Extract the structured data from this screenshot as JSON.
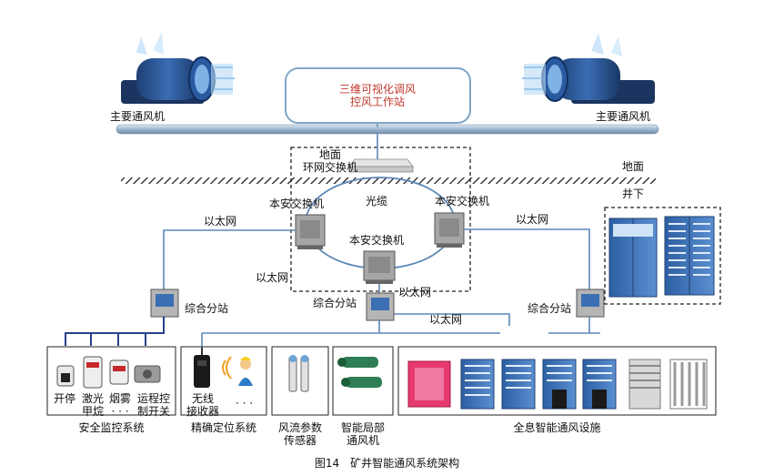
{
  "workstation": {
    "line1": "三维可视化调风",
    "line2": "控风工作站"
  },
  "main_fan_left": "主要通风机",
  "main_fan_right": "主要通风机",
  "ground_switch": {
    "line1": "地面",
    "line2": "环网交换机"
  },
  "ground_label": "地面",
  "underground_label": "井下",
  "fiber_label": "光缆",
  "safe_switch_left": "本安交换机",
  "safe_switch_right": "本安交换机",
  "safe_switch_center": "本安交换机",
  "ethernet_left": "以太网",
  "ethernet_right": "以太网",
  "ethernet_mid_left": "以太网",
  "ethernet_mid_center": "以太网",
  "ethernet_bottom": "以太网",
  "substation_left": "综合分站",
  "substation_center": "综合分站",
  "substation_right": "综合分站",
  "devices": {
    "stop": "开停",
    "laser_methane": {
      "line1": "激光",
      "line2": "甲烷"
    },
    "smoke": {
      "line1": "烟雾",
      "line2": "· · ·"
    },
    "remote_switch": {
      "line1": "运程控",
      "line2": "制开关"
    },
    "wireless_receiver": {
      "line1": "无线",
      "line2": "接收器"
    },
    "ellipsis": "· · ·"
  },
  "groups": {
    "safety_monitoring": "安全监控系统",
    "positioning": "精确定位系统",
    "airflow_sensor": {
      "line1": "风流参数",
      "line2": "传感器"
    },
    "local_fan": {
      "line1": "智能局部",
      "line2": "通风机"
    },
    "ventilation_facilities": "全息智能通风设施"
  },
  "caption": "图14　矿井智能通风系统架构"
}
